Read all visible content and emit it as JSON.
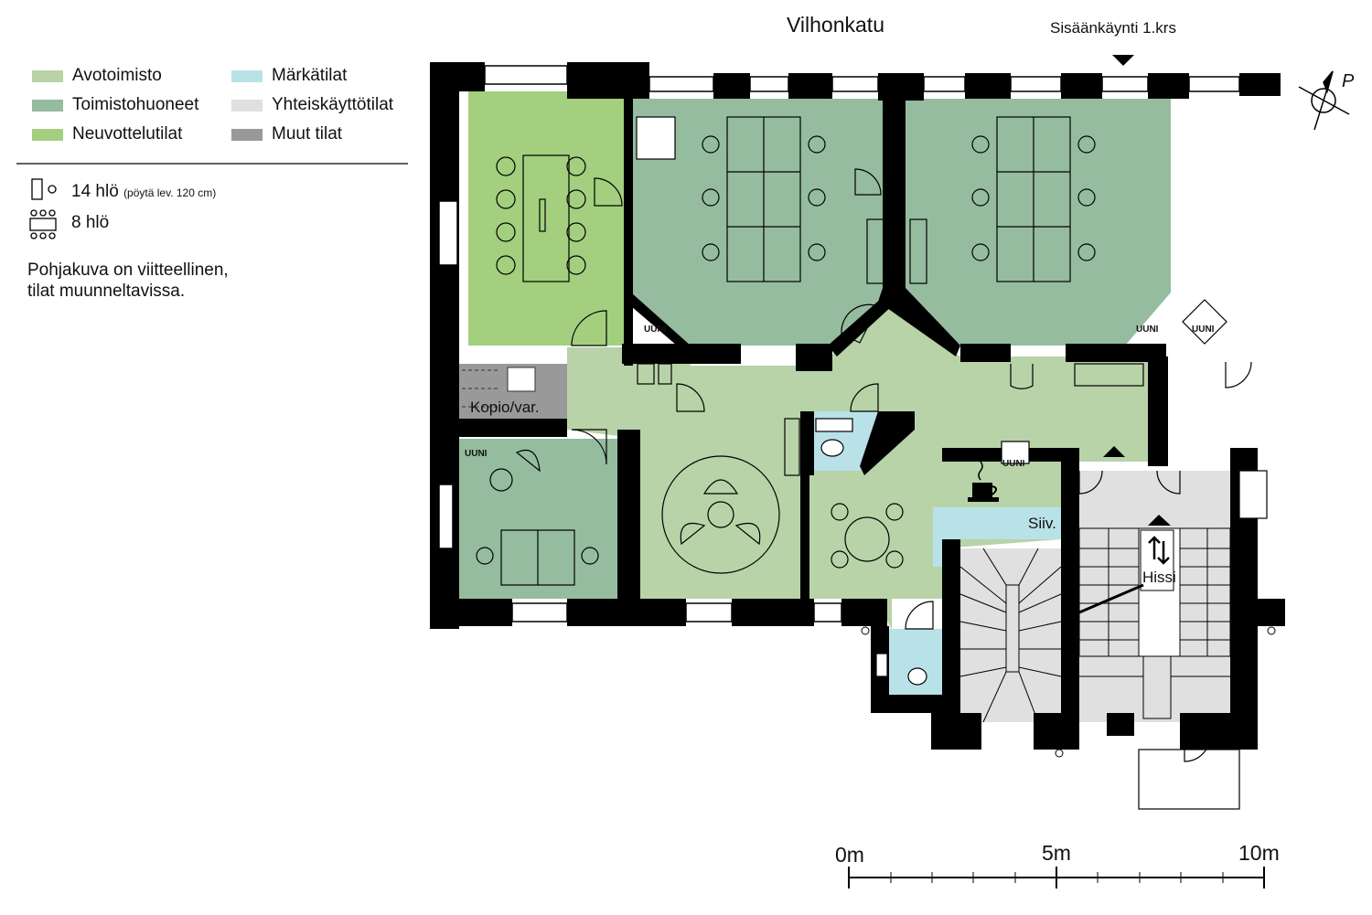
{
  "street": "Vilhonkatu",
  "entrance": "Sisäänkäynti 1.krs",
  "compass": "P",
  "legend": [
    {
      "label": "Avotoimisto",
      "color": "#b8d3a8"
    },
    {
      "label": "Toimistohuoneet",
      "color": "#95bc9f"
    },
    {
      "label": "Neuvottelutilat",
      "color": "#a3cf7e"
    },
    {
      "label": "Märkätilat",
      "color": "#b9e2e8"
    },
    {
      "label": "Yhteiskäyttötilat",
      "color": "#e0e0e0"
    },
    {
      "label": "Muut tilat",
      "color": "#999999"
    }
  ],
  "capacity": [
    {
      "main": "14 hlö",
      "sub": "(pöytä lev. 120 cm)"
    },
    {
      "main": "8 hlö",
      "sub": ""
    }
  ],
  "note": [
    "Pohjakuva on viitteellinen,",
    "tilat muunneltavissa."
  ],
  "rooms": {
    "copy": "Kopio/var.",
    "cleaning": "Siiv.",
    "elevator": "Hissi",
    "stove": "UUNI"
  },
  "scale": [
    "0m",
    "5m",
    "10m"
  ]
}
